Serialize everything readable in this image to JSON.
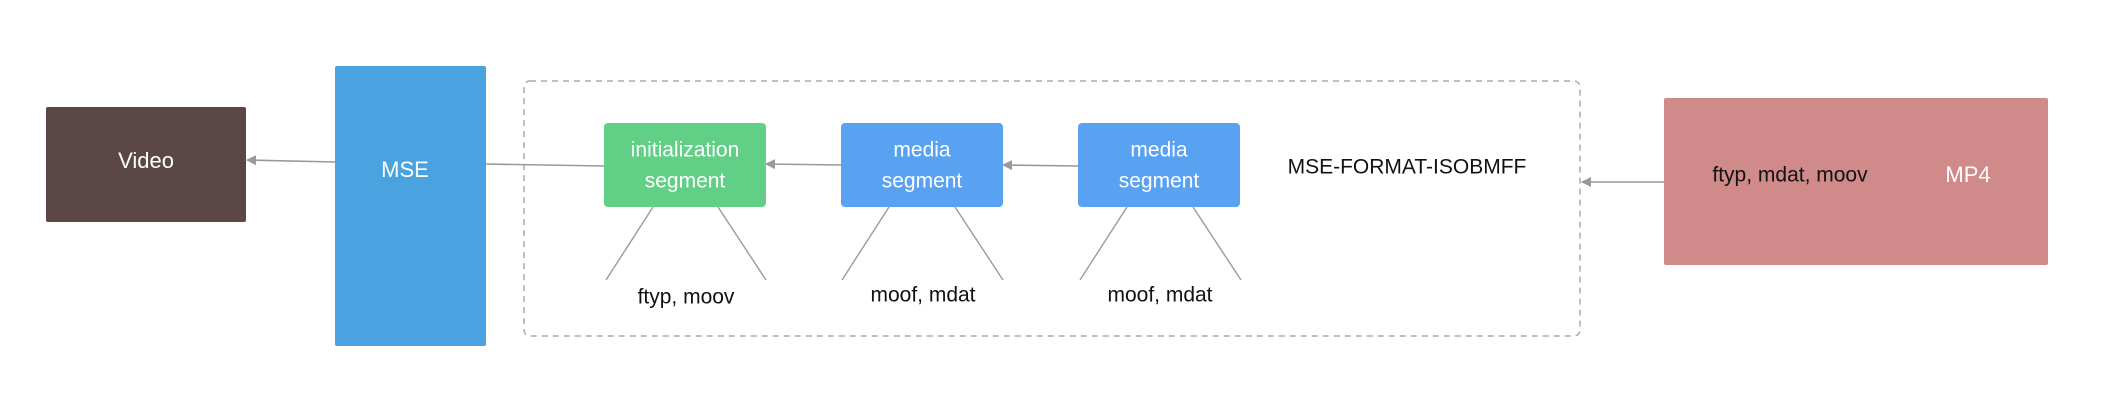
{
  "colors": {
    "video": "#5b4746",
    "mse": "#4aa3e0",
    "init_segment": "#62cf86",
    "media_segment": "#59a2f2",
    "mp4": "#cf8a89",
    "edge": "#999999",
    "container_border": "#aaaaaa"
  },
  "nodes": {
    "video": {
      "label": "Video"
    },
    "mse": {
      "label": "MSE"
    },
    "init_segment": {
      "line1": "initialization",
      "line2": "segment",
      "contents": "ftyp, moov"
    },
    "media_segment_1": {
      "line1": "media",
      "line2": "segment",
      "contents": "moof, mdat"
    },
    "media_segment_2": {
      "line1": "media",
      "line2": "segment",
      "contents": "moof, mdat"
    },
    "mp4": {
      "label": "MP4",
      "contents": "ftyp, mdat, moov"
    }
  },
  "container": {
    "label": "MSE-FORMAT-ISOBMFF"
  }
}
